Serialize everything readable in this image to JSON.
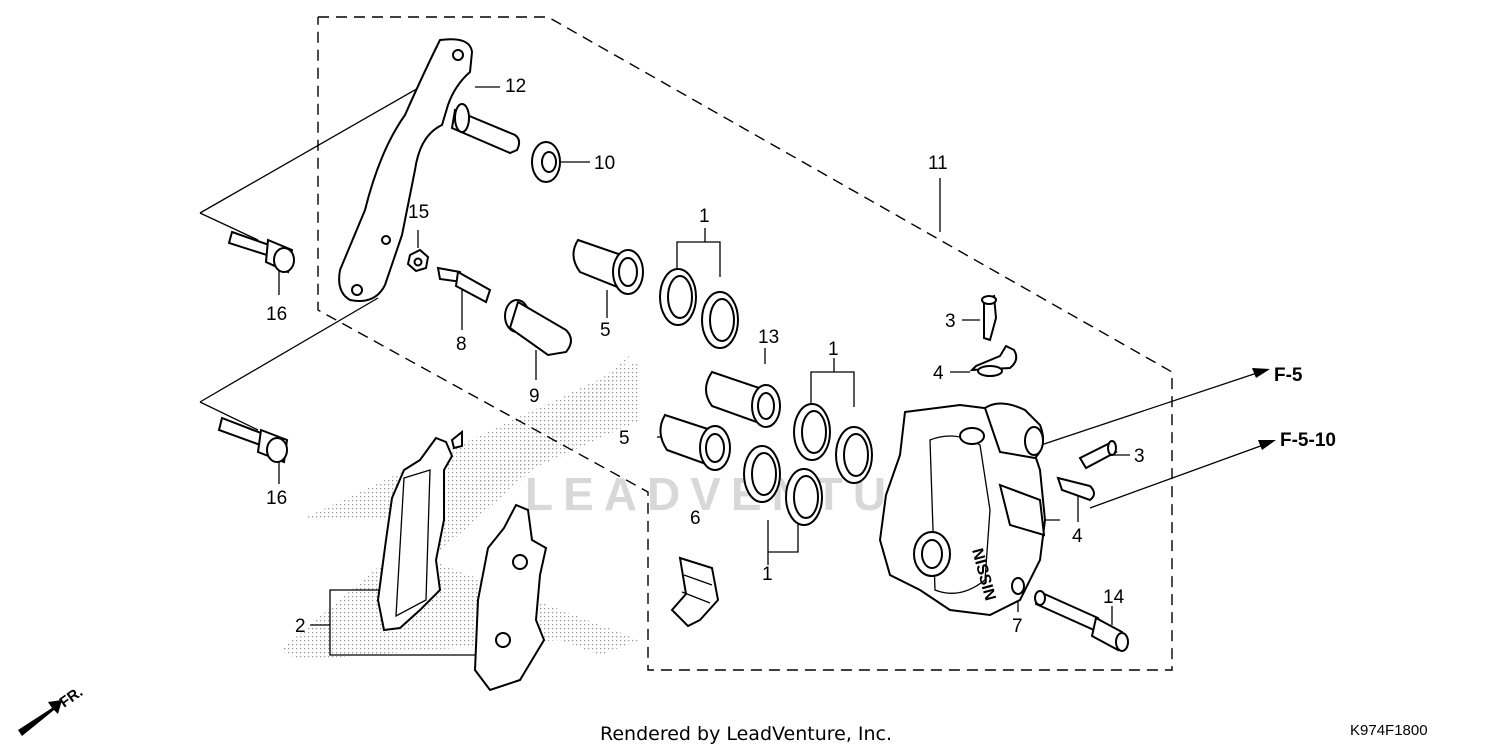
{
  "callouts": {
    "c1a": "1",
    "c1b": "1",
    "c1c": "1",
    "c2": "2",
    "c3a": "3",
    "c3b": "3",
    "c4a": "4",
    "c4b": "4",
    "c5a": "5",
    "c5b": "5",
    "c6": "6",
    "c7": "7",
    "c8": "8",
    "c9": "9",
    "c10": "10",
    "c11": "11",
    "c12": "12",
    "c13": "13",
    "c14": "14",
    "c15": "15",
    "c16a": "16",
    "c16b": "16"
  },
  "references": {
    "f5": "F-5",
    "f510": "F-5-10"
  },
  "front_indicator": "FR.",
  "watermark": "LEADVENTURE",
  "credit": "Rendered by LeadVenture, Inc.",
  "diagram_code": "K974F1800"
}
